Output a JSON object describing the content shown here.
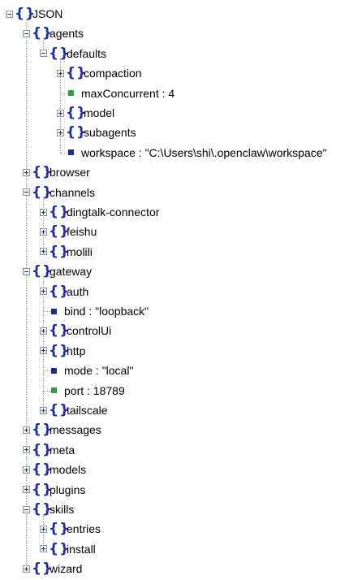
{
  "tree": {
    "root_label": "JSON",
    "nodes": [
      {
        "label": "JSON",
        "type": "object",
        "depth": 0,
        "expanded": true
      },
      {
        "label": "agents",
        "type": "object",
        "depth": 1,
        "expanded": true
      },
      {
        "label": "defaults",
        "type": "object",
        "depth": 2,
        "expanded": true
      },
      {
        "label": "compaction",
        "type": "object",
        "depth": 3,
        "expanded": false
      },
      {
        "label": "maxConcurrent : 4",
        "type": "number",
        "depth": 3
      },
      {
        "label": "model",
        "type": "object",
        "depth": 3,
        "expanded": false
      },
      {
        "label": "subagents",
        "type": "object",
        "depth": 3,
        "expanded": false
      },
      {
        "label": "workspace : \"C:\\Users\\shi\\.openclaw\\workspace\"",
        "type": "string",
        "depth": 3
      },
      {
        "label": "browser",
        "type": "object",
        "depth": 1,
        "expanded": false
      },
      {
        "label": "channels",
        "type": "object",
        "depth": 1,
        "expanded": true
      },
      {
        "label": "dingtalk-connector",
        "type": "object",
        "depth": 2,
        "expanded": false
      },
      {
        "label": "feishu",
        "type": "object",
        "depth": 2,
        "expanded": false
      },
      {
        "label": "molili",
        "type": "object",
        "depth": 2,
        "expanded": false
      },
      {
        "label": "gateway",
        "type": "object",
        "depth": 1,
        "expanded": true
      },
      {
        "label": "auth",
        "type": "object",
        "depth": 2,
        "expanded": false
      },
      {
        "label": "bind : \"loopback\"",
        "type": "string",
        "depth": 2
      },
      {
        "label": "controlUi",
        "type": "object",
        "depth": 2,
        "expanded": false
      },
      {
        "label": "http",
        "type": "object",
        "depth": 2,
        "expanded": false
      },
      {
        "label": "mode : \"local\"",
        "type": "string",
        "depth": 2
      },
      {
        "label": "port : 18789",
        "type": "number",
        "depth": 2
      },
      {
        "label": "tailscale",
        "type": "object",
        "depth": 2,
        "expanded": false
      },
      {
        "label": "messages",
        "type": "object",
        "depth": 1,
        "expanded": false
      },
      {
        "label": "meta",
        "type": "object",
        "depth": 1,
        "expanded": false
      },
      {
        "label": "models",
        "type": "object",
        "depth": 1,
        "expanded": false
      },
      {
        "label": "plugins",
        "type": "object",
        "depth": 1,
        "expanded": false
      },
      {
        "label": "skills",
        "type": "object",
        "depth": 1,
        "expanded": true
      },
      {
        "label": "entries",
        "type": "object",
        "depth": 2,
        "expanded": false
      },
      {
        "label": "install",
        "type": "object",
        "depth": 2,
        "expanded": false
      },
      {
        "label": "wizard",
        "type": "object",
        "depth": 1,
        "expanded": false
      }
    ]
  },
  "colors": {
    "object_brace": "#1d2fa3",
    "number_leaf": "#2f9e44",
    "string_leaf": "#1d2a8a",
    "connector": "#a8a8a8"
  }
}
